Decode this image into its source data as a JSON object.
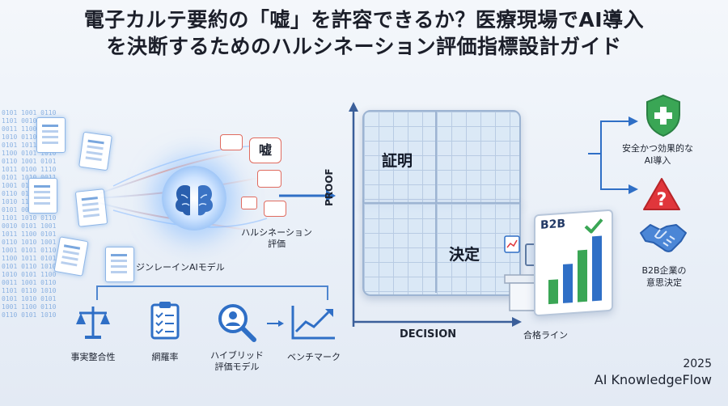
{
  "title": {
    "line1": "電子カルテ要約の「嘘」を許容できるか？医療現場でAI導入",
    "line2": "を決断するためのハルシネーション評価指標設計ガイド"
  },
  "bubbles": {
    "lie": "嘘"
  },
  "labels": {
    "hallucination_eval": "ハルシネーション\n評価",
    "zero_ai_model": "ジンレーインAIモデル",
    "proof_axis": "PROOF",
    "decision_axis": "DECISION",
    "proof_cell": "証明",
    "decision_cell": "決定",
    "pass_line": "合格ライン",
    "b2b_board": "B2B",
    "safe_adoption": "安全かつ効果的な\nAI導入",
    "b2b_decision": "B2B企業の\n意思決定",
    "year": "2025",
    "brand": "AI KnowledgeFlow"
  },
  "metrics": [
    {
      "label": "事実整合性",
      "icon": "scales-icon"
    },
    {
      "label": "網羅率",
      "icon": "checklist-icon"
    },
    {
      "label": "ハイブリッド\n評価モデル",
      "icon": "magnifier-user-icon"
    },
    {
      "label": "ベンチマーク",
      "icon": "trend-chart-icon"
    }
  ],
  "colors": {
    "accent": "#2f6fc6",
    "shield_green": "#3aa655",
    "warning_red": "#e0363b",
    "axis": "#3b5f9a"
  }
}
